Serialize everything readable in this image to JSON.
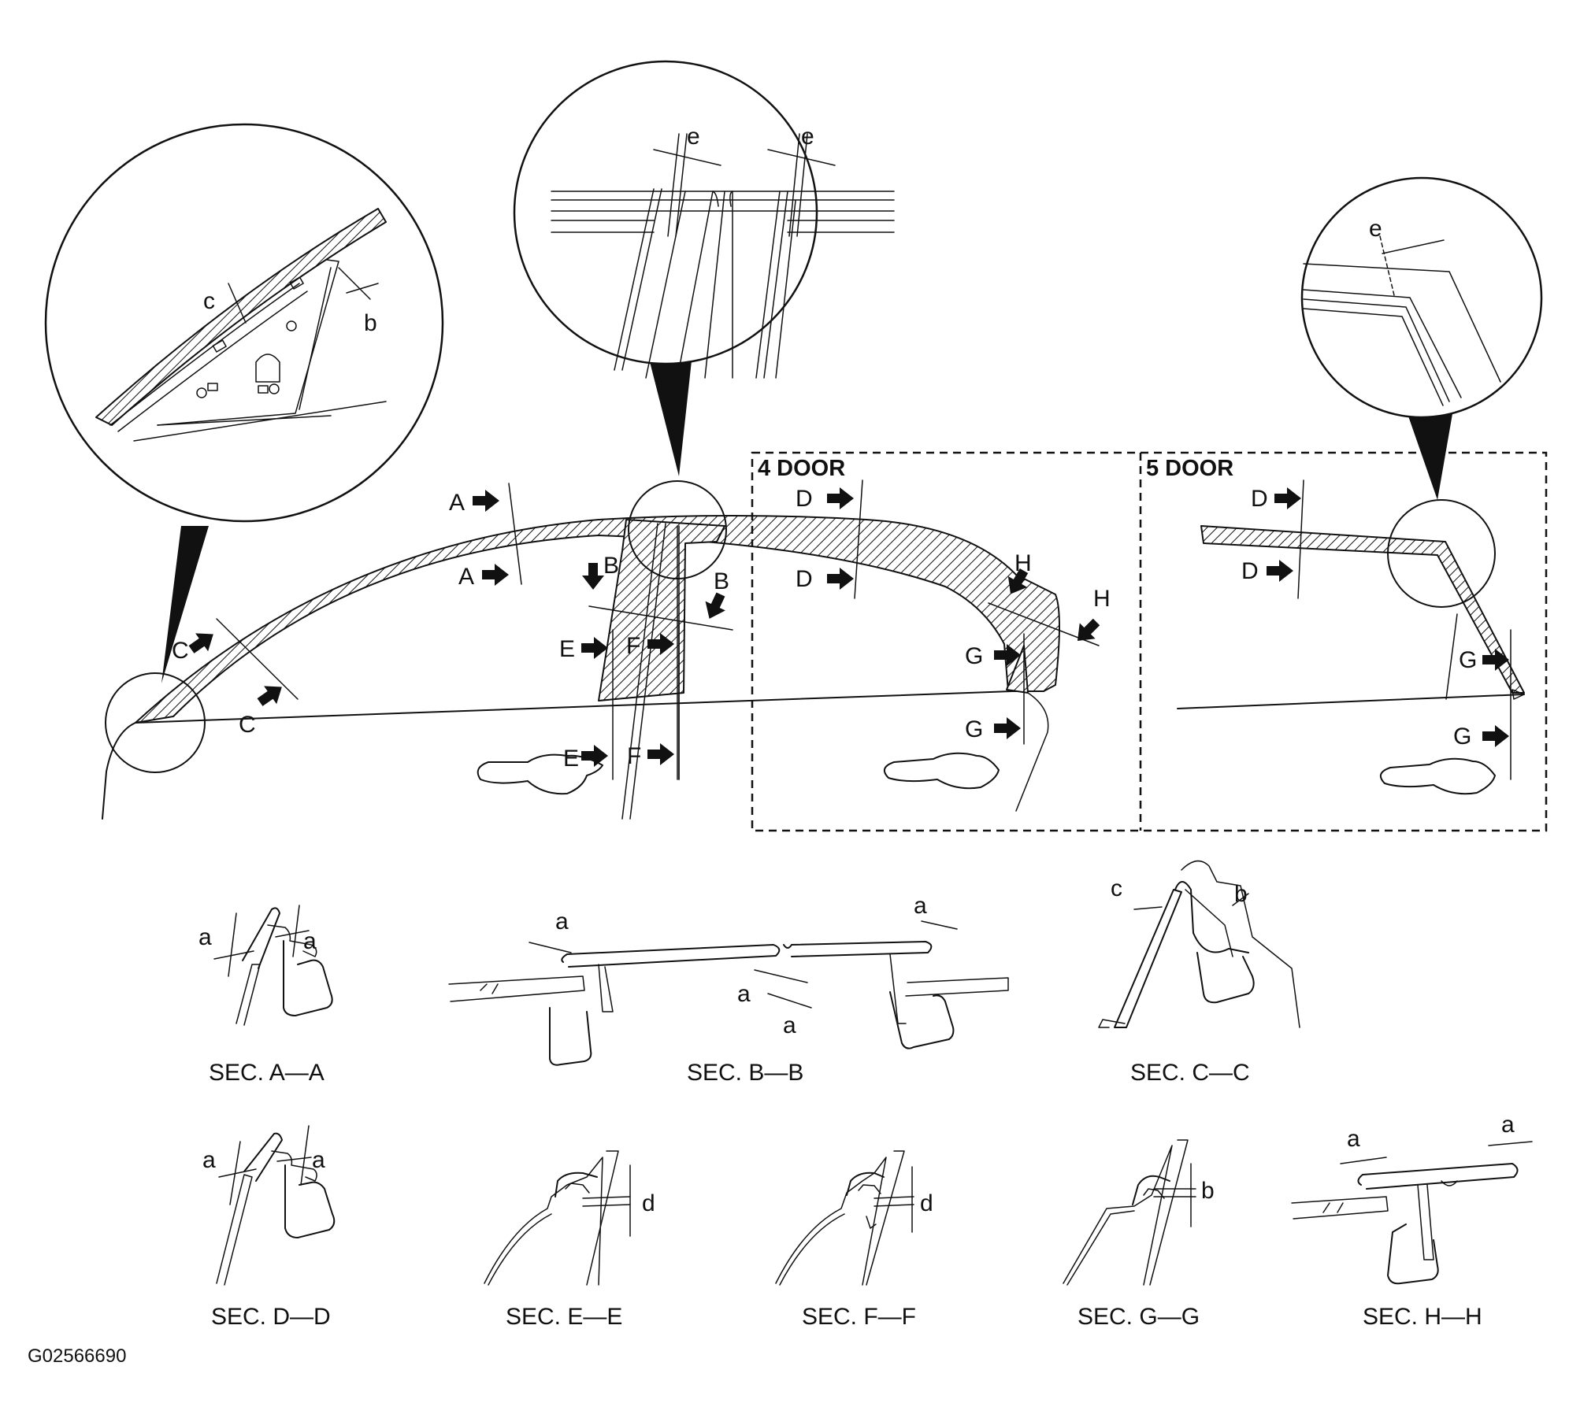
{
  "panel_labels": {
    "four_door": "4 DOOR",
    "five_door": "5 DOOR"
  },
  "section_titles": {
    "aa": "SEC. A—A",
    "bb": "SEC. B—B",
    "cc": "SEC. C—C",
    "dd": "SEC. D—D",
    "ee": "SEC. E—E",
    "ff": "SEC. F—F",
    "gg": "SEC. G—G",
    "hh": "SEC. H—H"
  },
  "cut_letters": {
    "A": "A",
    "B": "B",
    "C": "C",
    "D": "D",
    "E": "E",
    "F": "F",
    "G": "G",
    "H": "H"
  },
  "gap_letters": {
    "a": "a",
    "b": "b",
    "c": "c",
    "d": "d",
    "e": "e"
  },
  "figure_code": "G02566690"
}
